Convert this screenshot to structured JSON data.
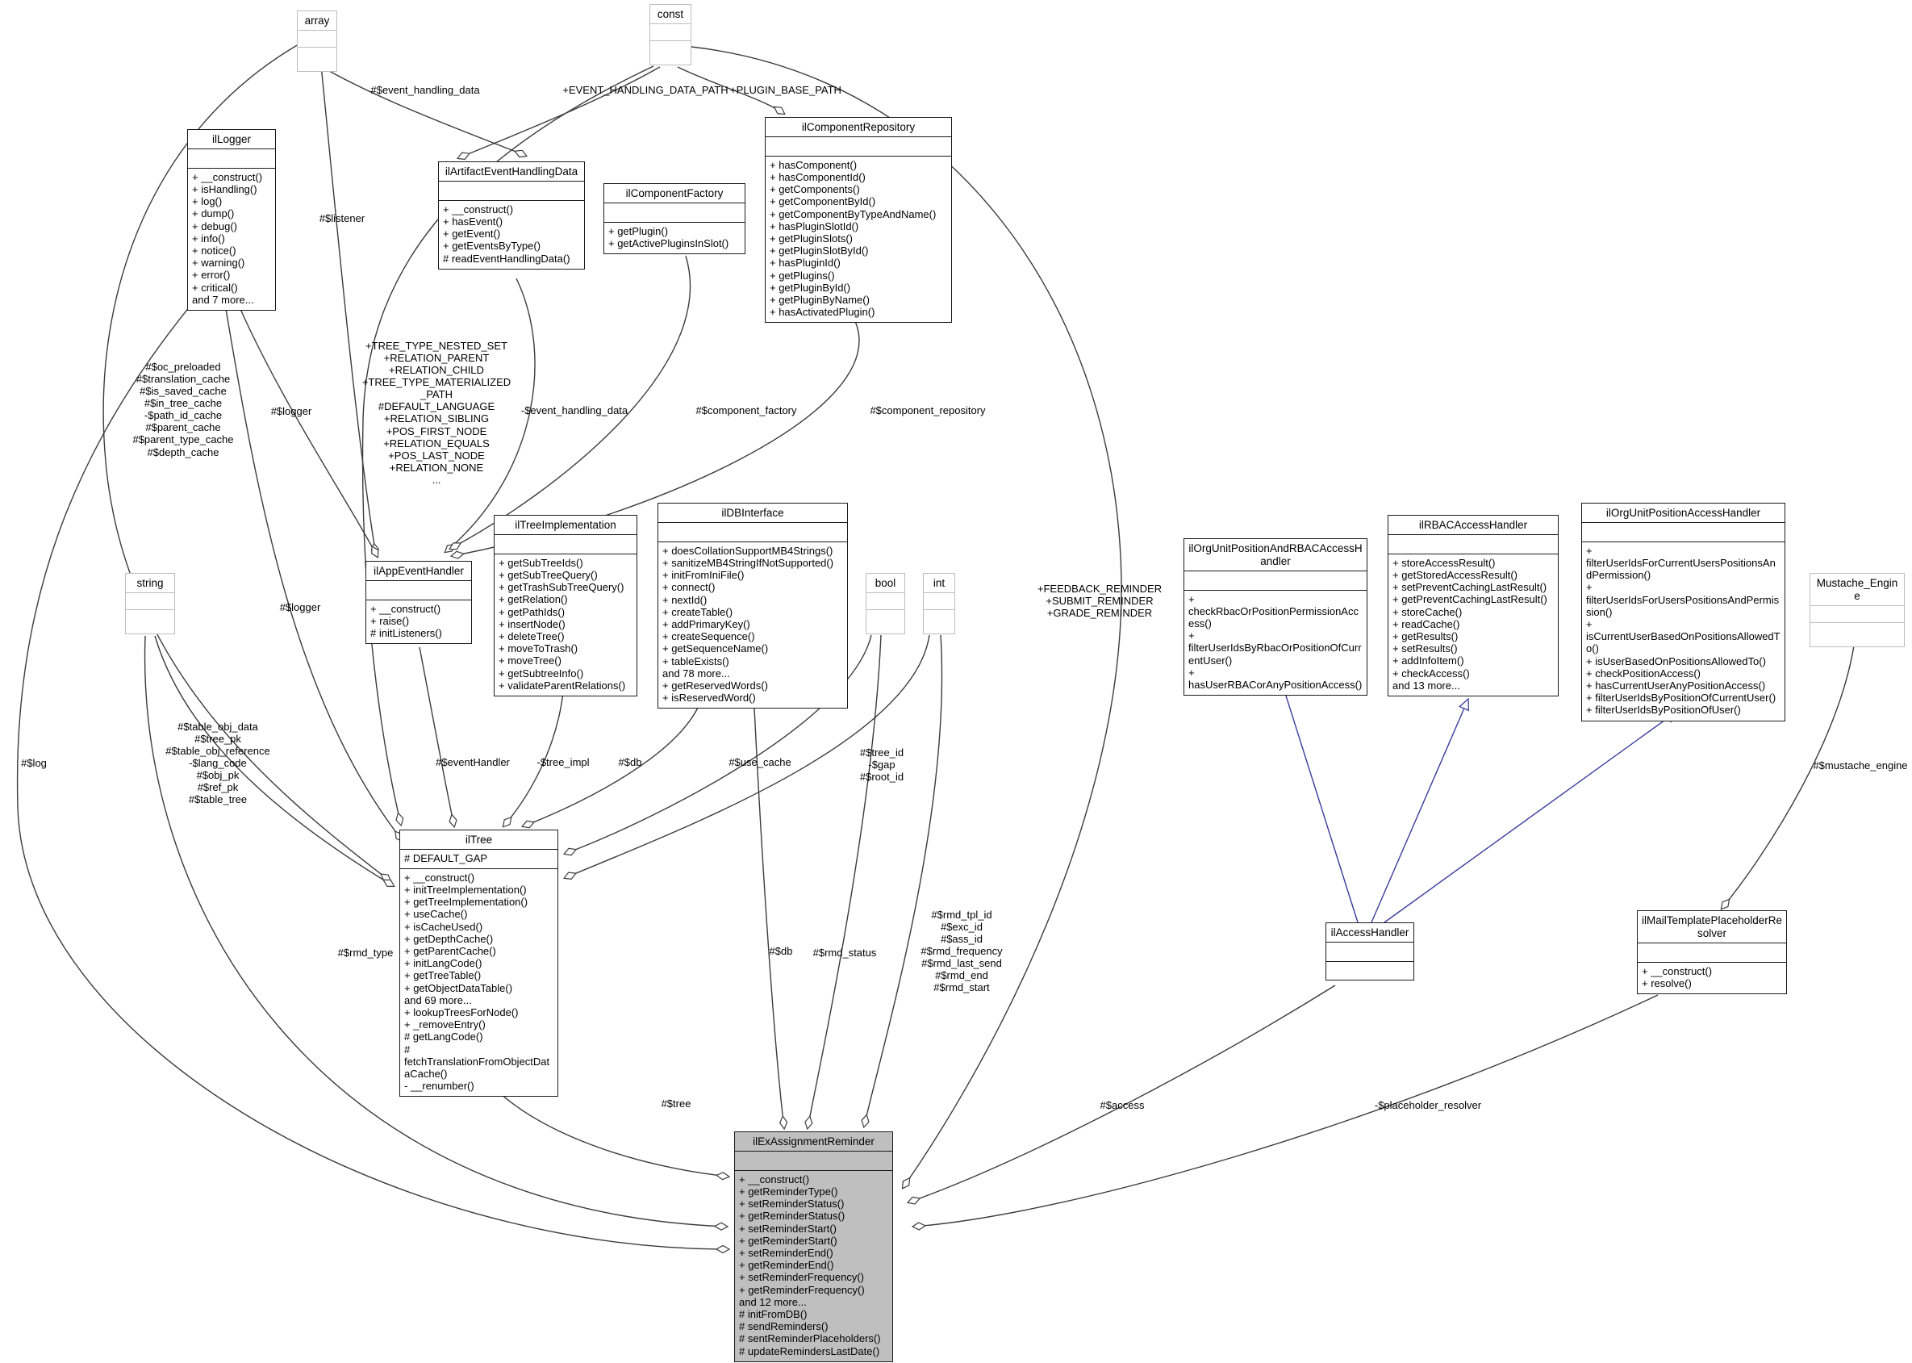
{
  "diagram_type": "uml-collaboration-diagram",
  "colors": {
    "background": "#ffffff",
    "node_border": "#1a1a1a",
    "external_node_border": "#bdbdbd",
    "highlight_node_fill": "#bfbfbf",
    "edge": "#3c3c3c",
    "inheritance_edge": "#3b3b9e"
  },
  "classes": [
    {
      "name": "array",
      "attributes": [],
      "methods": []
    },
    {
      "name": "const",
      "attributes": [],
      "methods": []
    },
    {
      "name": "ilLogger",
      "attributes": [],
      "methods": [
        "+ __construct()",
        "+ isHandling()",
        "+ log()",
        "+ dump()",
        "+ debug()",
        "+ info()",
        "+ notice()",
        "+ warning()",
        "+ error()",
        "+ critical()",
        "and 7 more..."
      ]
    },
    {
      "name": "ilArtifactEventHandlingData",
      "attributes": [],
      "methods": [
        "+ __construct()",
        "+ hasEvent()",
        "+ getEvent()",
        "+ getEventsByType()",
        "# readEventHandlingData()"
      ]
    },
    {
      "name": "ilComponentFactory",
      "attributes": [],
      "methods": [
        "+ getPlugin()",
        "+ getActivePluginsInSlot()"
      ]
    },
    {
      "name": "ilComponentRepository",
      "attributes": [],
      "methods": [
        "+ hasComponent()",
        "+ hasComponentId()",
        "+ getComponents()",
        "+ getComponentById()",
        "+ getComponentByTypeAndName()",
        "+ hasPluginSlotId()",
        "+ getPluginSlots()",
        "+ getPluginSlotById()",
        "+ hasPluginId()",
        "+ getPlugins()",
        "+ getPluginById()",
        "+ getPluginByName()",
        "+ hasActivatedPlugin()"
      ]
    },
    {
      "name": "ilTreeImplementation",
      "attributes": [],
      "methods": [
        "+ getSubTreeIds()",
        "+ getSubTreeQuery()",
        "+ getTrashSubTreeQuery()",
        "+ getRelation()",
        "+ getPathIds()",
        "+ insertNode()",
        "+ deleteTree()",
        "+ moveToTrash()",
        "+ moveTree()",
        "+ getSubtreeInfo()",
        "+ validateParentRelations()"
      ]
    },
    {
      "name": "ilDBInterface",
      "attributes": [],
      "methods": [
        "+ doesCollationSupportMB4Strings()",
        "+ sanitizeMB4StringIfNotSupported()",
        "+ initFromIniFile()",
        "+ connect()",
        "+ nextId()",
        "+ createTable()",
        "+ addPrimaryKey()",
        "+ createSequence()",
        "+ getSequenceName()",
        "+ tableExists()",
        "and 78 more...",
        "+ getReservedWords()",
        "+ isReservedWord()"
      ]
    },
    {
      "name": "ilAppEventHandler",
      "attributes": [],
      "methods": [
        "+ __construct()",
        "+ raise()",
        "# initListeners()"
      ]
    },
    {
      "name": "string",
      "attributes": [],
      "methods": []
    },
    {
      "name": "bool",
      "attributes": [],
      "methods": []
    },
    {
      "name": "int",
      "attributes": [],
      "methods": []
    },
    {
      "name": "ilTree",
      "attributes": [
        "# DEFAULT_GAP"
      ],
      "methods": [
        "+ __construct()",
        "+ initTreeImplementation()",
        "+ getTreeImplementation()",
        "+ useCache()",
        "+ isCacheUsed()",
        "+ getDepthCache()",
        "+ getParentCache()",
        "+ initLangCode()",
        "+ getTreeTable()",
        "+ getObjectDataTable()",
        "and 69 more...",
        "+ lookupTreesForNode()",
        "+ _removeEntry()",
        "# getLangCode()",
        "# fetchTranslationFromObjectDataCache()",
        "- __renumber()"
      ]
    },
    {
      "name": "ilExAssignmentReminder",
      "attributes": [],
      "methods": [
        "+ __construct()",
        "+ getReminderType()",
        "+ setReminderStatus()",
        "+ getReminderStatus()",
        "+ setReminderStart()",
        "+ getReminderStart()",
        "+ setReminderEnd()",
        "+ getReminderEnd()",
        "+ setReminderFrequency()",
        "+ getReminderFrequency()",
        "and 12 more...",
        "# initFromDB()",
        "# sendReminders()",
        "# sentReminderPlaceholders()",
        "# updateRemindersLastDate()"
      ]
    },
    {
      "name": "ilOrgUnitPositionAndRBACAccessHandler",
      "attributes": [],
      "methods": [
        "+ checkRbacOrPositionPermissionAccess()",
        "+ filterUserIdsByRbacOrPositionOfCurrentUser()",
        "+ hasUserRBACorAnyPositionAccess()"
      ]
    },
    {
      "name": "ilRBACAccessHandler",
      "attributes": [],
      "methods": [
        "+ storeAccessResult()",
        "+ getStoredAccessResult()",
        "+ setPreventCachingLastResult()",
        "+ getPreventCachingLastResult()",
        "+ storeCache()",
        "+ readCache()",
        "+ getResults()",
        "+ setResults()",
        "+ addInfoItem()",
        "+ checkAccess()",
        "and 13 more..."
      ]
    },
    {
      "name": "ilOrgUnitPositionAccessHandler",
      "attributes": [],
      "methods": [
        "+ filterUserIdsForCurrentUsersPositionsAndPermission()",
        "+ filterUserIdsForUsersPositionsAndPermission()",
        "+ isCurrentUserBasedOnPositionsAllowedTo()",
        "+ isUserBasedOnPositionsAllowedTo()",
        "+ checkPositionAccess()",
        "+ hasCurrentUserAnyPositionAccess()",
        "+ filterUserIdsByPositionOfCurrentUser()",
        "+ filterUserIdsByPositionOfUser()"
      ]
    },
    {
      "name": "Mustache_Engine",
      "attributes": [],
      "methods": []
    },
    {
      "name": "ilAccessHandler",
      "attributes": [],
      "methods": []
    },
    {
      "name": "ilMailTemplatePlaceholderResolver",
      "attributes": [],
      "methods": [
        "+ __construct()",
        "+ resolve()"
      ]
    }
  ],
  "edge_labels": [
    {
      "lines": [
        "#$event_handling_data"
      ]
    },
    {
      "lines": [
        "+EVENT_HANDLING_DATA_PATH"
      ]
    },
    {
      "lines": [
        "+PLUGIN_BASE_PATH"
      ]
    },
    {
      "lines": [
        "#$listener"
      ]
    },
    {
      "lines": [
        "+TREE_TYPE_NESTED_SET",
        "+RELATION_PARENT",
        "+RELATION_CHILD",
        "+TREE_TYPE_MATERIALIZED",
        "_PATH",
        "#DEFAULT_LANGUAGE",
        "+RELATION_SIBLING",
        "+POS_FIRST_NODE",
        "+RELATION_EQUALS",
        "+POS_LAST_NODE",
        "+RELATION_NONE",
        "..."
      ]
    },
    {
      "lines": [
        "#$oc_preloaded",
        "#$translation_cache",
        "#$is_saved_cache",
        "#$in_tree_cache",
        "-$path_id_cache",
        "#$parent_cache",
        "#$parent_type_cache",
        "#$depth_cache"
      ]
    },
    {
      "lines": [
        "#$logger"
      ]
    },
    {
      "lines": [
        "-$event_handling_data"
      ]
    },
    {
      "lines": [
        "#$component_factory"
      ]
    },
    {
      "lines": [
        "#$component_repository"
      ]
    },
    {
      "lines": [
        "+FEEDBACK_REMINDER",
        "+SUBMIT_REMINDER",
        "+GRADE_REMINDER"
      ]
    },
    {
      "lines": [
        "#$logger"
      ]
    },
    {
      "lines": [
        "#$table_obj_data",
        "#$tree_pk",
        "#$table_obj_reference",
        "-$lang_code",
        "#$obj_pk",
        "#$ref_pk",
        "#$table_tree"
      ]
    },
    {
      "lines": [
        "#$log"
      ]
    },
    {
      "lines": [
        "#$eventHandler"
      ]
    },
    {
      "lines": [
        "-$tree_impl"
      ]
    },
    {
      "lines": [
        "#$db"
      ]
    },
    {
      "lines": [
        "#$use_cache"
      ]
    },
    {
      "lines": [
        "#$tree_id",
        "-$gap",
        "#$root_id"
      ]
    },
    {
      "lines": [
        "#$rmd_tpl_id",
        "#$exc_id",
        "#$ass_id",
        "#$rmd_frequency",
        "#$rmd_last_send",
        "#$rmd_end",
        "#$rmd_start"
      ]
    },
    {
      "lines": [
        "#$db"
      ]
    },
    {
      "lines": [
        "#$rmd_status"
      ]
    },
    {
      "lines": [
        "#$rmd_type"
      ]
    },
    {
      "lines": [
        "#$tree"
      ]
    },
    {
      "lines": [
        "#$access"
      ]
    },
    {
      "lines": [
        "-$placeholder_resolver"
      ]
    },
    {
      "lines": [
        "#$mustache_engine"
      ]
    }
  ]
}
